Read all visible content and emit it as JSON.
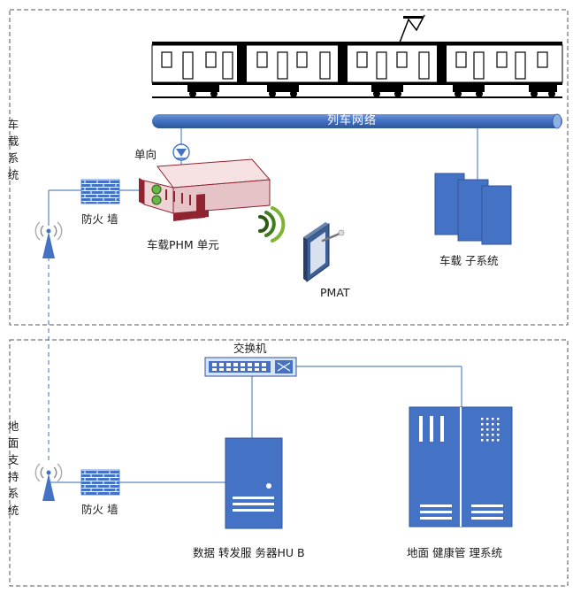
{
  "sections": {
    "onboard": {
      "label": [
        "车",
        "载",
        "系",
        "统"
      ]
    },
    "ground": {
      "label": [
        "地",
        "面",
        "支",
        "持",
        "系",
        "统"
      ]
    }
  },
  "onboard": {
    "network": "列车网络",
    "unidirectional": "单向",
    "firewall": "防火 墙",
    "phm_unit": "车载PHM 单元",
    "pmat": "PMAT",
    "subsystem": "车载 子系统"
  },
  "ground": {
    "switch": "交换机",
    "firewall": "防火 墙",
    "server": "数据 转发服 务器HU B",
    "health_system": "地面 健康管 理系统"
  },
  "colors": {
    "blue": "#4472c4",
    "blue_dark": "#2f5597",
    "line": "#5b87c5",
    "border": "#555555",
    "phm_body": "#efd2d4",
    "phm_dark": "#8f2430",
    "wireless_green": "#3f7d1f"
  }
}
